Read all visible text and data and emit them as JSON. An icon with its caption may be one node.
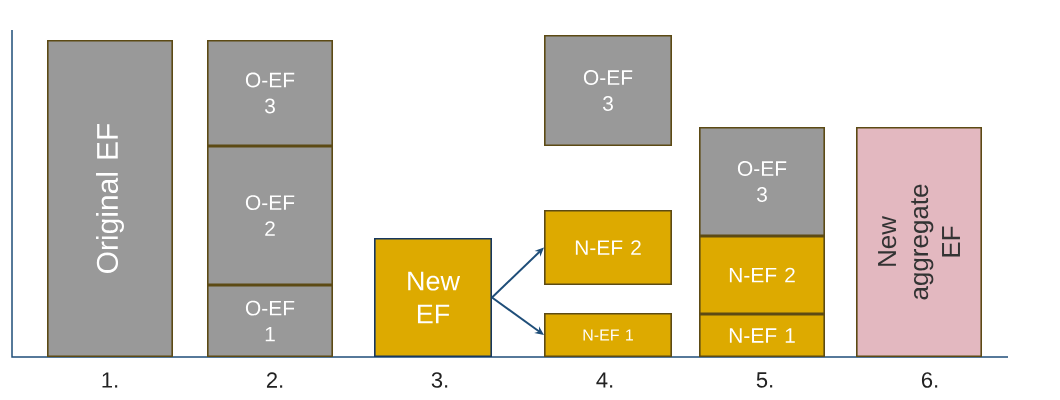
{
  "diagram": {
    "nodes": [
      {
        "text": [
          "Original EF"
        ]
      },
      {
        "text": [
          "O-EF 3"
        ]
      },
      {
        "text": [
          "O-EF 2"
        ]
      },
      {
        "text": [
          "O-EF 1"
        ]
      },
      {
        "text": [
          "New EF"
        ]
      },
      {
        "text": [
          "O-EF 3"
        ]
      },
      {
        "text": [
          "N-EF 2"
        ]
      },
      {
        "text": [
          "N-EF 1"
        ]
      },
      {
        "text": [
          "O-EF 3"
        ]
      },
      {
        "text": [
          "N-EF 2"
        ]
      },
      {
        "text": [
          "N-EF 1"
        ]
      },
      {
        "text": [
          "New aggregate EF"
        ]
      }
    ],
    "edges": [
      {
        "from": 4,
        "to": 6,
        "arrow": "to"
      },
      {
        "from": 4,
        "to": 7,
        "arrow": "to"
      }
    ],
    "labels": [
      "1.",
      "2.",
      "3.",
      "4.",
      "5.",
      "6."
    ]
  }
}
